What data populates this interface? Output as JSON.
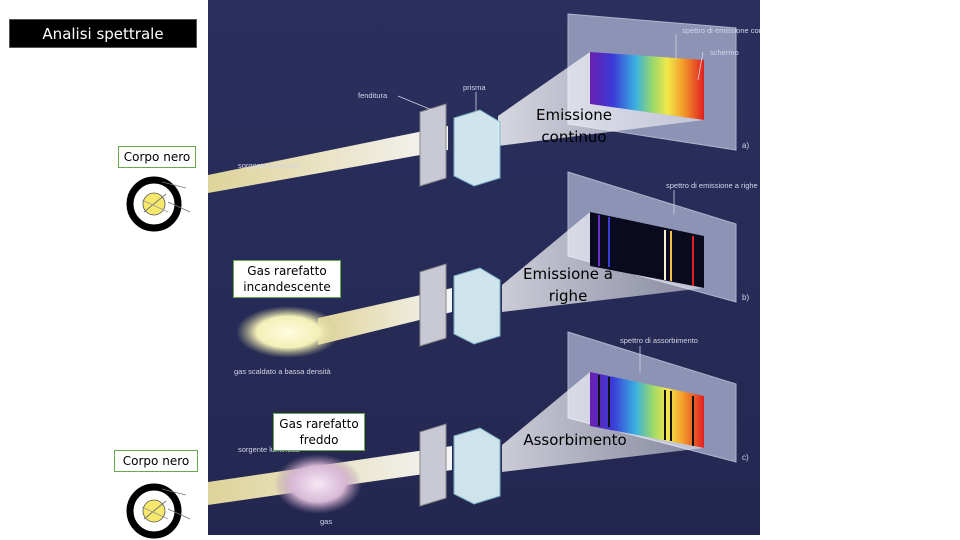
{
  "slide": {
    "title": "Analisi spettrale",
    "callouts": {
      "corpo_nero_top": "Corpo nero",
      "gas_incandescente": "Gas rarefatto incandescente",
      "gas_freddo": "Gas rarefatto freddo",
      "corpo_nero_bottom": "Corpo nero"
    },
    "overlays": {
      "continuo": "Emissione continuo",
      "righe": "Emissione a righe",
      "assorbimento": "Assorbimento"
    }
  },
  "figure": {
    "background_color": "#2a2f5c",
    "labels": {
      "spettro_continuo": "spettro di emissione continuo",
      "schermo": "schermo",
      "fenditura": "fenditura",
      "prisma": "prisma",
      "sorgente_top": "sorgente luminosa",
      "a": "a)",
      "spettro_righe": "spettro di emissione a righe",
      "b": "b)",
      "gas_scaldato": "gas scaldato a bassa densità",
      "spettro_assorbimento": "spettro di assorbimento",
      "sorgente_bottom": "sorgente luminosa",
      "c": "c)",
      "gas": "gas"
    }
  }
}
